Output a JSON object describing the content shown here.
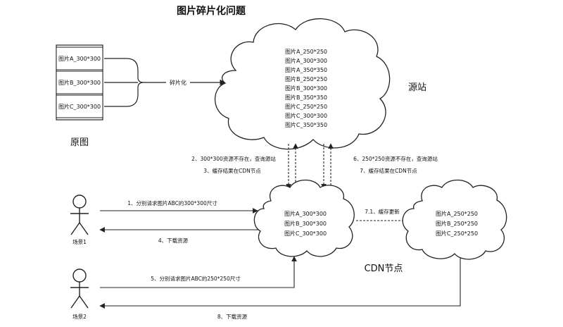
{
  "diagram": {
    "title": "图片碎片化问题",
    "original": {
      "caption": "原图",
      "images": [
        "图片A_300*300",
        "图片B_300*300",
        "图片C_300*300"
      ]
    },
    "fragment_label": "碎片化",
    "origin": {
      "caption": "源站",
      "items": [
        "图片A_250*250",
        "图片A_300*300",
        "图片A_350*350",
        "图片B_250*250",
        "图片B_300*300",
        "图片B_350*350",
        "图片C_250*250",
        "图片C_300*300",
        "图片C_350*350"
      ]
    },
    "cdn": {
      "caption": "CDN节点",
      "items": [
        "图片A_300*300",
        "图片B_300*300",
        "图片C_300*300"
      ]
    },
    "cache_update": {
      "label": "7.1、缓存更新",
      "items": [
        "图片A_250*250",
        "图片B_250*250",
        "图片C_250*250"
      ]
    },
    "scenes": {
      "scene1": "场景1",
      "scene2": "场景2"
    },
    "steps": {
      "s1": "1、分别请求图片ABC的300*300尺寸",
      "s2": "2、300*300资源不存在，查询源站",
      "s3": "3、缓存结果在CDN节点",
      "s4": "4、下载资源",
      "s5": "5、分别请求图片ABC的250*250尺寸",
      "s6": "6、250*250资源不存在，查询源站",
      "s7": "7、缓存结果在CDN节点",
      "s8": "8、下载资源"
    }
  }
}
